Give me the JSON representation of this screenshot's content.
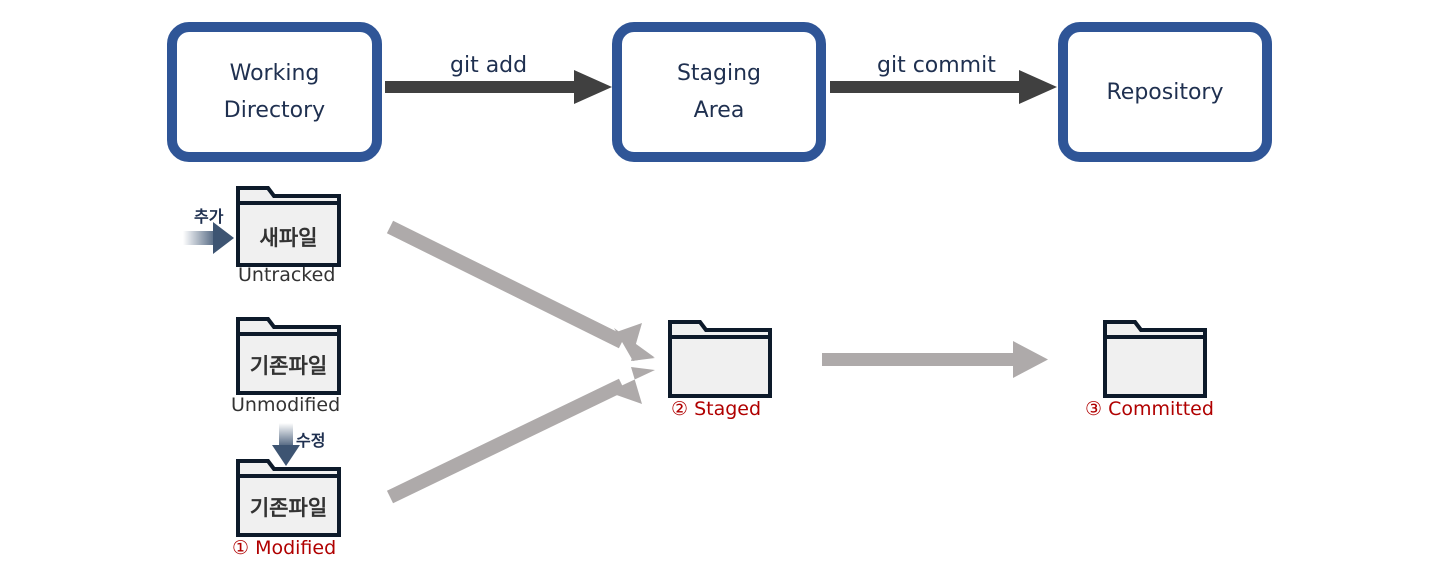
{
  "stages": {
    "working_directory": "Working\nDirectory",
    "staging_area": "Staging\nArea",
    "repository": "Repository"
  },
  "commands": {
    "add": "git add",
    "commit": "git commit"
  },
  "files": {
    "new_file": {
      "name": "새파일",
      "status": "Untracked",
      "action": "추가"
    },
    "existing_unmodified": {
      "name": "기존파일",
      "status": "Unmodified"
    },
    "existing_modified": {
      "name": "기존파일",
      "status": "① Modified",
      "action": "수정"
    },
    "staged": {
      "status": "② Staged"
    },
    "committed": {
      "status": "③ Committed"
    }
  },
  "colors": {
    "box_border": "#2f5597",
    "command_arrow": "#404040",
    "flow_arrow": "#aeaaaa",
    "folder_stroke": "#0d1a2a",
    "folder_fill": "#f0f0f0",
    "highlight_text": "#b00000"
  }
}
